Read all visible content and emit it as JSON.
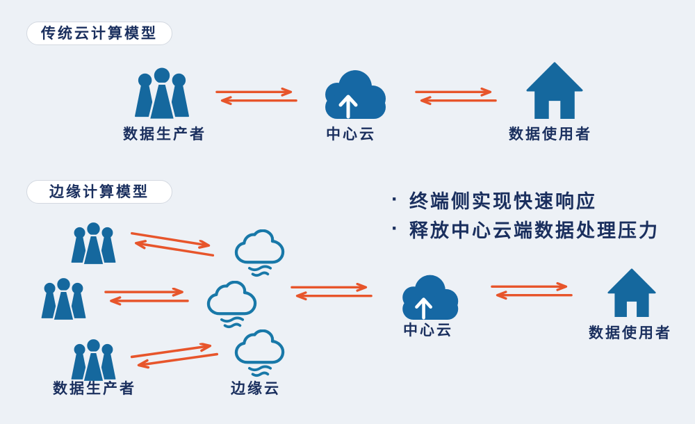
{
  "page": {
    "background_color": "#EDF1F6"
  },
  "colors": {
    "icon_blue": "#15689E",
    "cloud_fill_blue": "#1668A4",
    "edge_cloud_stroke_blue": "#1878A8",
    "arrow_orange": "#E7552B",
    "text_navy": "#1A2F5E",
    "badge_background": "#FFFFFF",
    "badge_border": "#D3D8E0"
  },
  "traditional_model": {
    "badge_label": "传统云计算模型",
    "producer_label": "数据生产者",
    "central_cloud_label": "中心云",
    "consumer_label": "数据使用者"
  },
  "edge_model": {
    "badge_label": "边缘计算模型",
    "bullet_char": "·",
    "benefits": [
      "终端侧实现快速响应",
      "释放中心云端数据处理压力"
    ],
    "producer_label": "数据生产者",
    "edge_cloud_label": "边缘云",
    "central_cloud_label": "中心云",
    "consumer_label": "数据使用者"
  }
}
